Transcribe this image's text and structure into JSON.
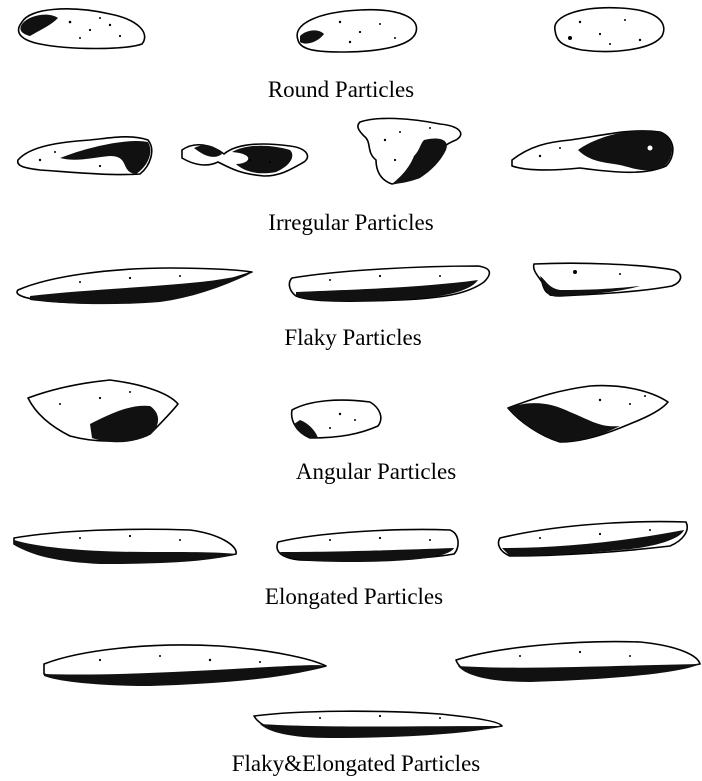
{
  "categories": [
    {
      "id": "round",
      "label": "Round Particles"
    },
    {
      "id": "irregular",
      "label": "Irregular Particles"
    },
    {
      "id": "flaky",
      "label": "Flaky Particles"
    },
    {
      "id": "angular",
      "label": "Angular Particles"
    },
    {
      "id": "elongated",
      "label": "Elongated Particles"
    },
    {
      "id": "flaky_elongated",
      "label": "Flaky&Elongated Particles"
    }
  ],
  "colors": {
    "ink": "#000000",
    "background": "#ffffff"
  }
}
